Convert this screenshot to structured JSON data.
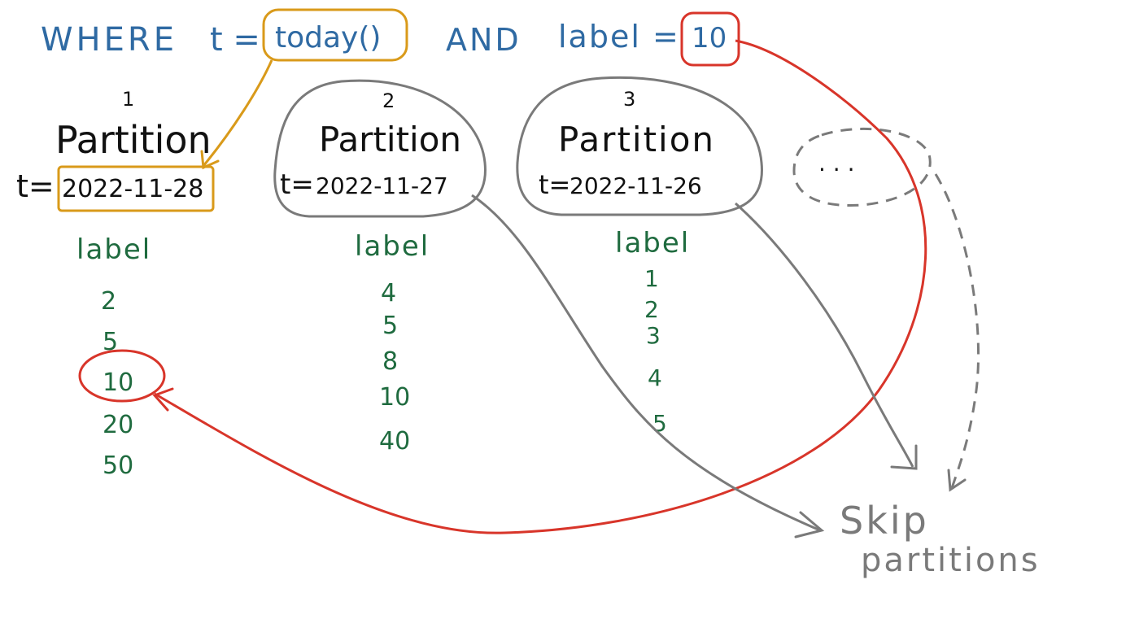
{
  "query": {
    "where": "WHERE",
    "t_clause": "t =",
    "today": "today()",
    "and": "AND",
    "label_clause": "label =",
    "label_value": "10"
  },
  "partitions": [
    {
      "number": "1",
      "title": "Partition",
      "t_prefix": "t=",
      "date": "2022-11-28",
      "label_header": "label",
      "labels": [
        "2",
        "5",
        "10",
        "20",
        "50"
      ]
    },
    {
      "number": "2",
      "title": "Partition",
      "t_prefix": "t=",
      "date": "2022-11-27",
      "label_header": "label",
      "labels": [
        "4",
        "5",
        "8",
        "10",
        "40"
      ]
    },
    {
      "number": "3",
      "title": "Partition",
      "t_prefix": "t=",
      "date": "2022-11-26",
      "label_header": "label",
      "labels": [
        "1",
        "2",
        "3",
        "4",
        "5"
      ]
    }
  ],
  "ellipsis": ". . .",
  "skip": {
    "line1": "Skip",
    "line2": "partitions"
  },
  "colors": {
    "blue": "#2f6aa3",
    "orange": "#d99a1a",
    "red": "#d8352a",
    "gray": "#7a7a7a",
    "green": "#1f6b3f",
    "black": "#111111"
  }
}
